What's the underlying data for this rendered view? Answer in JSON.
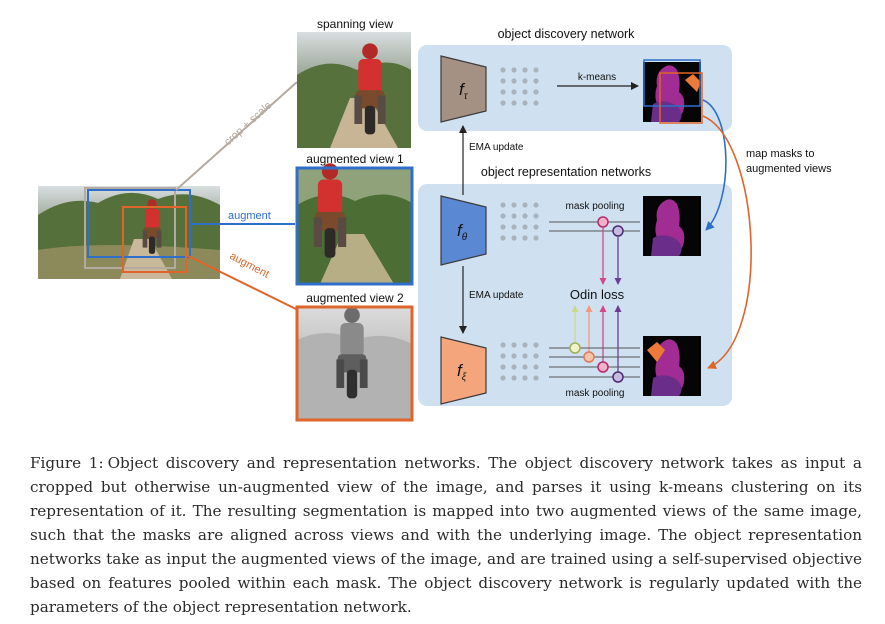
{
  "figure": {
    "labels": {
      "spanning_view": "spanning view",
      "augmented_view_1": "augmented view 1",
      "augmented_view_2": "augmented view 2",
      "crop_scale": "crop + scale",
      "augment_1": "augment",
      "augment_2": "augment",
      "discovery_title": "object discovery network",
      "representation_title": "object representation networks",
      "kmeans": "k-means",
      "ema_update_1": "EMA update",
      "ema_update_2": "EMA update",
      "map_masks_line1": "map masks to",
      "map_masks_line2": "augmented views",
      "mask_pooling_top": "mask pooling",
      "mask_pooling_bottom": "mask pooling",
      "odin_loss": "Odin loss",
      "net_tau": "f",
      "net_tau_sub": "τ",
      "net_theta": "f",
      "net_theta_sub": "θ",
      "net_xi": "f",
      "net_xi_sub": "ξ"
    },
    "colors": {
      "panel_bg": "#cfe1f1",
      "crop_gray": "#b5aaa0",
      "augment_blue": "#2f6fc9",
      "augment_orange": "#e0652a",
      "net_tau": "#a59184",
      "net_theta": "#5a88d3",
      "net_xi": "#f4a57b"
    }
  },
  "caption": {
    "label": "Figure 1:",
    "text": "Object discovery and representation networks. The object discovery network takes as input a cropped but otherwise un-augmented view of the image, and parses it using k-means clustering on its representation of it. The resulting segmentation is mapped into two augmented views of the same image, such that the masks are aligned across views and with the underlying image. The object representation networks take as input the augmented views of the image, and are trained using a self-supervised objective based on features pooled within each mask. The object discovery network is regularly updated with the parameters of the object representation network."
  }
}
